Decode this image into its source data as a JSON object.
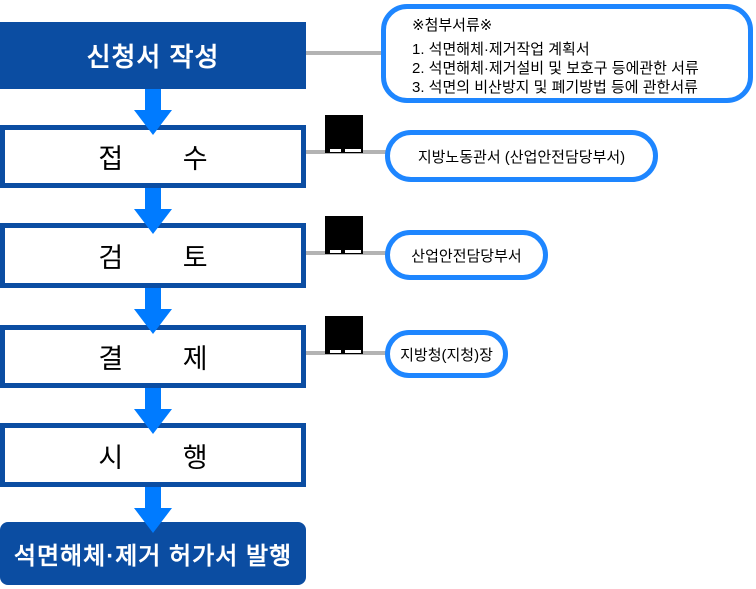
{
  "flow": {
    "steps": [
      {
        "id": "write",
        "label": "신청서 작성"
      },
      {
        "id": "receipt",
        "label": "접 수"
      },
      {
        "id": "review",
        "label": "검 토"
      },
      {
        "id": "approve",
        "label": "결 제"
      },
      {
        "id": "implement",
        "label": "시 행"
      },
      {
        "id": "issue",
        "label": "석면해체·제거 허가서 발행"
      }
    ]
  },
  "attachments": {
    "title": "※첨부서류※",
    "items": [
      "1. 석면해체·제거작업 계획서",
      "2. 석면해체·제거설비 및 보호구 등에관한 서류",
      "3. 석면의 비산방지 및 폐기방법 등에 관한서류"
    ]
  },
  "annotations": [
    {
      "label": "지방노동관서 (산업안전담당부서)"
    },
    {
      "label": "산업안전담당부서"
    },
    {
      "label": "지방청(지청)장"
    }
  ],
  "icons": {
    "arrow": "arrow-down-icon",
    "stamp": "stamp-icon"
  },
  "colors": {
    "navy": "#0B4DA2",
    "bright_blue_border": "#1E86FF",
    "arrow_blue": "#007BFF",
    "connector_gray": "#B3B3B3",
    "stamp_black": "#000000",
    "background": "#FFFFFF"
  }
}
